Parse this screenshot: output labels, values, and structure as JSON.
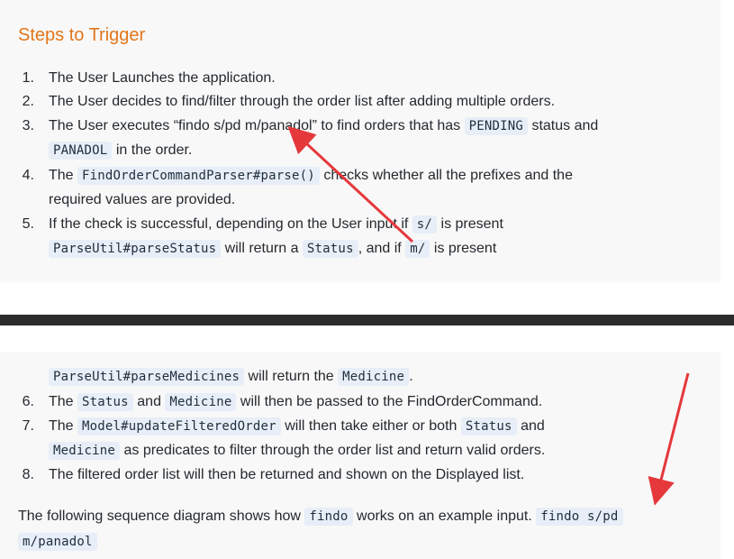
{
  "heading": "Steps to Trigger",
  "steps_top": [
    {
      "num": "1.",
      "parts": [
        "The User Launches the application."
      ]
    },
    {
      "num": "2.",
      "parts": [
        "The User decides to find/filter through the order list after adding multiple orders."
      ]
    },
    {
      "num": "3.",
      "a": "The User executes “findo s/pd m/panadol” to find orders that has",
      "c1": "PENDING",
      "b": "status and",
      "c2": "PANADOL",
      "d": "in the order."
    },
    {
      "num": "4.",
      "a": "The",
      "c1": "FindOrderCommandParser#parse()",
      "b": "checks whether all the prefixes and the",
      "d": "required values are provided."
    },
    {
      "num": "5.",
      "a": "If the check is successful, depending on the User input if",
      "c1": "s/",
      "b": "is present",
      "c2": "ParseUtil#parseStatus",
      "d": "will return a",
      "c3": "Status",
      "e": ", and if",
      "c4": "m/",
      "f": "is present"
    }
  ],
  "bottom": {
    "cont": {
      "c1": "ParseUtil#parseMedicines",
      "a": "will return the",
      "c2": "Medicine",
      "b": "."
    },
    "step6": {
      "num": "6.",
      "a": "The",
      "c1": "Status",
      "b": "and",
      "c2": "Medicine",
      "d": "will then be passed to the FindOrderCommand."
    },
    "step7": {
      "num": "7.",
      "a": "The",
      "c1": "Model#updateFilteredOrder",
      "b": "will then take either or both",
      "c2": "Status",
      "d": "and",
      "c3": "Medicine",
      "e": "as predicates to filter through the order list and return valid orders."
    },
    "step8": {
      "num": "8.",
      "a": "The filtered order list will then be returned and shown on the Displayed list."
    },
    "para": {
      "a": "The following sequence diagram shows how",
      "c1": "findo",
      "b": "works on an example input.",
      "c2": "findo s/pd",
      "c3": "m/panadol"
    }
  },
  "colors": {
    "heading": "#e2761b",
    "code_bg": "#e7eef7",
    "arrow": "#e5383b",
    "separator": "#2b2b2b"
  },
  "annotations": [
    "red-arrow-top",
    "red-arrow-bottom"
  ]
}
